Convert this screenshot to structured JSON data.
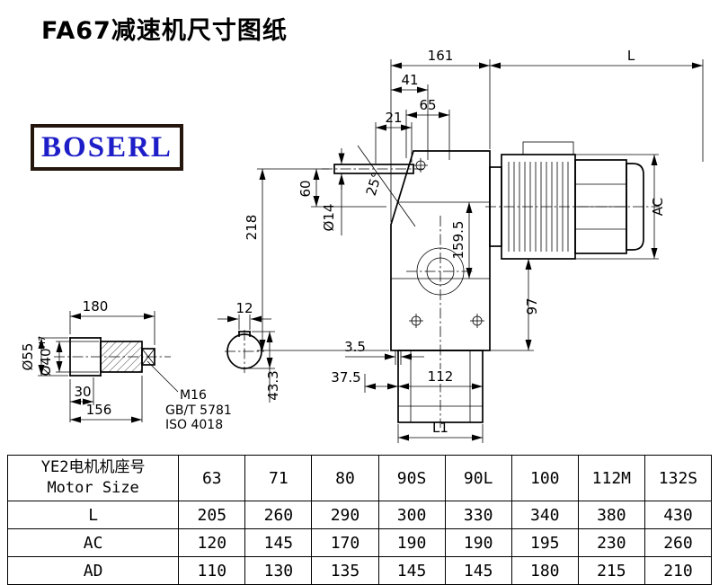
{
  "page": {
    "title": "FA67减速机尺寸图纸",
    "logo": "BOSERL"
  },
  "dims": {
    "d161": "161",
    "L": "L",
    "d41": "41",
    "d65": "65",
    "d21": "21",
    "d60": "60",
    "d218": "218",
    "dia14": "Ø14",
    "angle25": "25°",
    "d159_5": "159.5",
    "AC": "AC",
    "d97": "97",
    "d3_5": "3.5",
    "d37_5": "37.5",
    "d112": "112",
    "L1": "L1"
  },
  "detail": {
    "d180": "180",
    "d12": "12",
    "dia55": "Ø55",
    "dia40": "Ø40",
    "dia40_tol": "H7",
    "d30": "30",
    "d156": "156",
    "m16": "M16",
    "std1": "GB/T 5781",
    "std2": "ISO 4018",
    "d43_3": "43.3"
  },
  "table": {
    "header": {
      "line1": "YE2电机机座号",
      "line2": "Motor Size"
    },
    "sizes": [
      "63",
      "71",
      "80",
      "90S",
      "90L",
      "100",
      "112M",
      "132S"
    ],
    "rows": [
      {
        "label": "L",
        "values": [
          "205",
          "260",
          "290",
          "300",
          "330",
          "340",
          "380",
          "430"
        ]
      },
      {
        "label": "AC",
        "values": [
          "120",
          "145",
          "170",
          "190",
          "190",
          "195",
          "230",
          "260"
        ]
      },
      {
        "label": "AD",
        "values": [
          "110",
          "130",
          "135",
          "145",
          "145",
          "180",
          "215",
          "210"
        ]
      }
    ]
  }
}
